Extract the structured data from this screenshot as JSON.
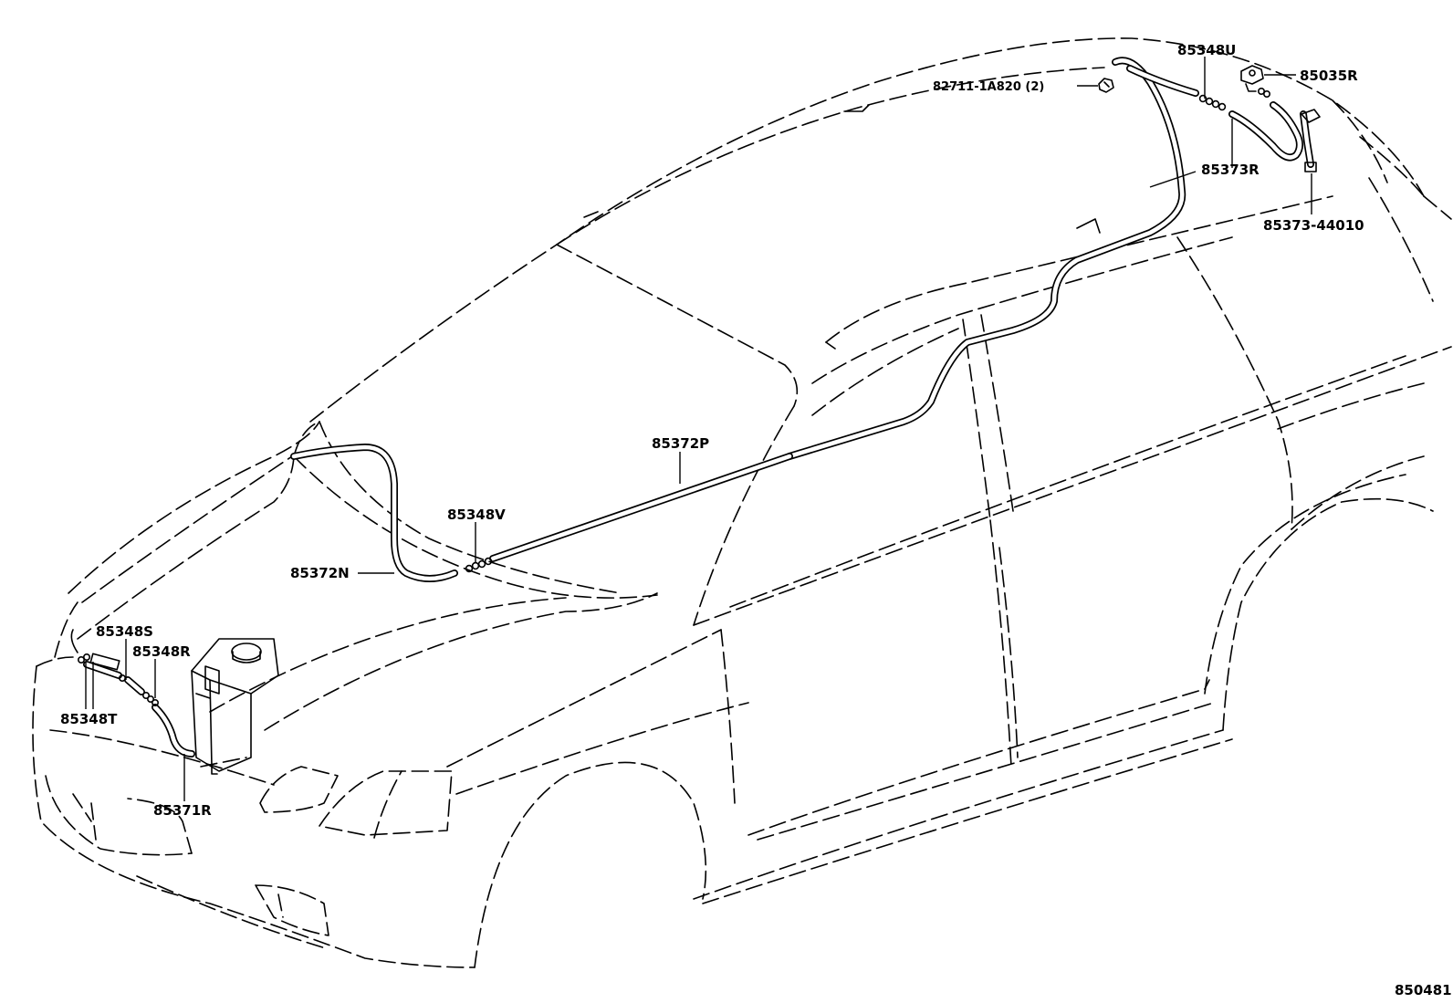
{
  "diagram": {
    "figure_id": "850481",
    "labels": {
      "p85348U": "85348U",
      "p85035R": "85035R",
      "p82711": "82711-1A820 (2)",
      "p85373R": "85373R",
      "p85373_44010": "85373-44010",
      "p85372P": "85372P",
      "p85348V": "85348V",
      "p85372N": "85372N",
      "p85348S": "85348S",
      "p85348R": "85348R",
      "p85348T": "85348T",
      "p85371R": "85371R"
    }
  }
}
